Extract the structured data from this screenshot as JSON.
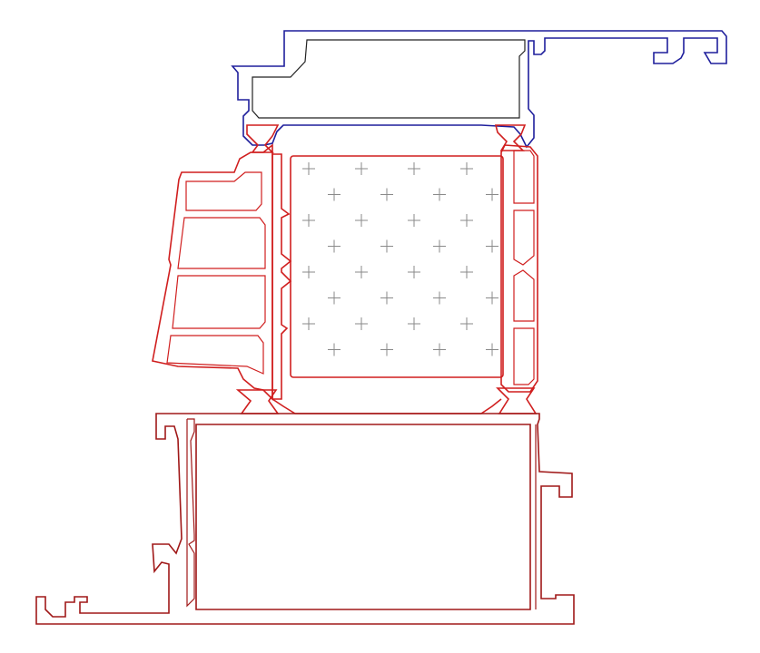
{
  "diagram": {
    "kind": "profile-cross-section",
    "colors": {
      "background": "#ffffff",
      "cap_profile": "#1f1f9c",
      "cap_inner": "#222222",
      "thermal_profile": "#d01f1f",
      "base_profile": "#a01818",
      "hatch": "#8a8a8a",
      "insulation_mark": "#8a8a8a"
    },
    "hatch_pattern": "crosshatch",
    "fill_pattern": "plus-grid",
    "icons": {
      "gasket_left_top": "hourglass-gasket",
      "gasket_right_top": "hourglass-gasket",
      "gasket_left_bottom": "hourglass-gasket",
      "gasket_right_bottom": "hourglass-gasket"
    }
  }
}
